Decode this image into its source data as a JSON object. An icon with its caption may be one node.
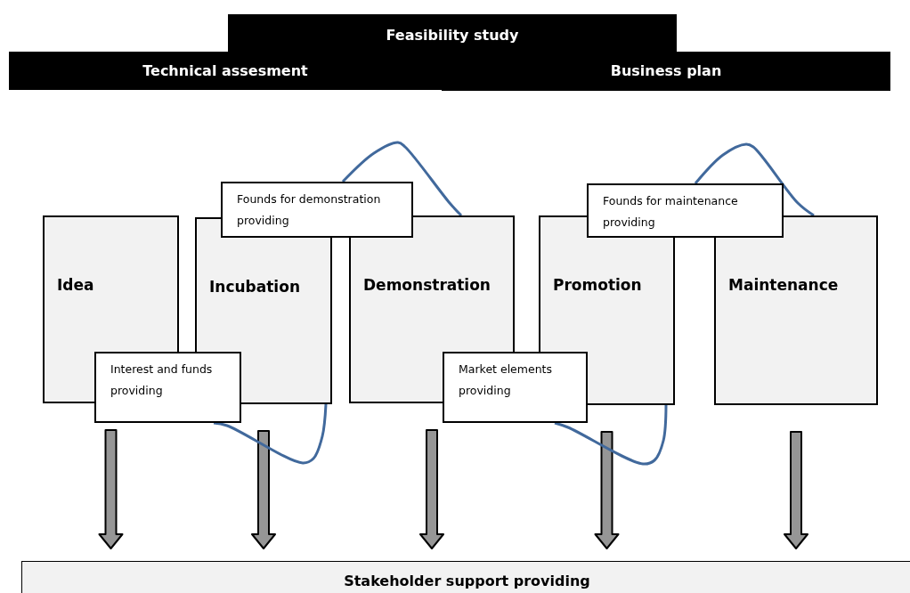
{
  "diagram": {
    "nodes": [
      {
        "text": [
          "Feasibility study"
        ]
      },
      {
        "text": [
          "Technical assesment"
        ]
      },
      {
        "text": [
          "Business plan"
        ]
      },
      {
        "text": [
          "Idea"
        ]
      },
      {
        "text": [
          "Incubation"
        ]
      },
      {
        "text": [
          "Demonstration"
        ]
      },
      {
        "text": [
          "Promotion"
        ]
      },
      {
        "text": [
          "Maintenance"
        ]
      },
      {
        "text": [
          "Interest and funds providing"
        ]
      },
      {
        "text": [
          "Founds for demonstration providing"
        ]
      },
      {
        "text": [
          "Market elements providing"
        ]
      },
      {
        "text": [
          "Founds for maintenance providing"
        ]
      },
      {
        "text": [
          "Stakeholder support providing"
        ]
      }
    ],
    "edges": [
      {
        "from": 3,
        "to": 12,
        "arrow": "to",
        "style": "thick"
      },
      {
        "from": 4,
        "to": 12,
        "arrow": "to",
        "style": "thick"
      },
      {
        "from": 5,
        "to": 12,
        "arrow": "to",
        "style": "thick"
      },
      {
        "from": 6,
        "to": 12,
        "arrow": "to",
        "style": "thick"
      },
      {
        "from": 7,
        "to": 12,
        "arrow": "to",
        "style": "thick"
      },
      {
        "from": 8,
        "to": 4,
        "arrow": "none",
        "color": "#41699c"
      },
      {
        "from": 9,
        "to": 5,
        "arrow": "none",
        "color": "#41699c"
      },
      {
        "from": 10,
        "to": 6,
        "arrow": "none",
        "color": "#41699c"
      },
      {
        "from": 11,
        "to": 7,
        "arrow": "none",
        "color": "#41699c"
      }
    ]
  }
}
